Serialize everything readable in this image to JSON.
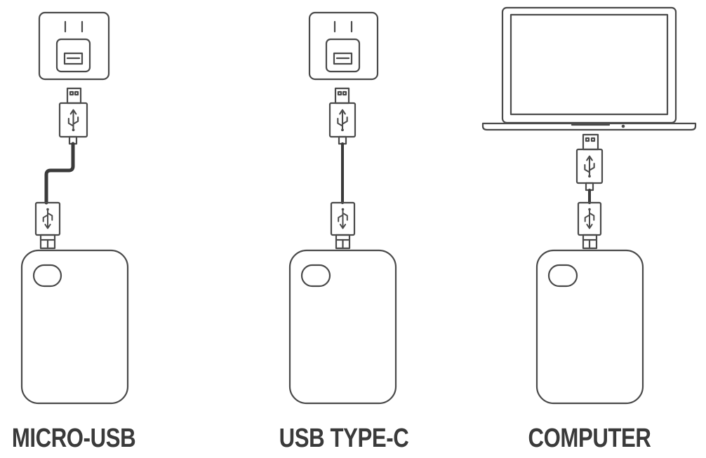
{
  "panels": [
    {
      "caption": "MICRO-USB",
      "source": "wall-outlet",
      "cable": "micro-usb-cable"
    },
    {
      "caption": "USB TYPE-C",
      "source": "wall-outlet",
      "cable": "usb-type-c-cable"
    },
    {
      "caption": "COMPUTER",
      "source": "laptop",
      "cable": "usb-cable"
    }
  ],
  "colors": {
    "line": "#4a4a4a",
    "cable": "#3a3a3a",
    "text": "#3a3a3a"
  },
  "icons": [
    "wall-outlet-icon",
    "laptop-icon",
    "usb-a-plug-icon",
    "usb-symbol-icon",
    "portable-drive-icon"
  ]
}
